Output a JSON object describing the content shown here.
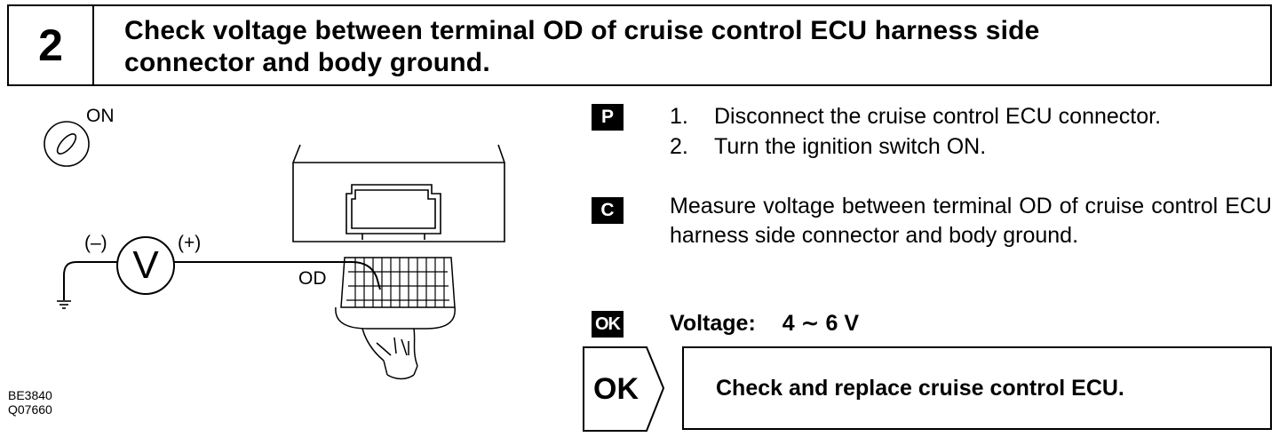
{
  "header": {
    "step_number": "2",
    "title_line1": "Check voltage between terminal OD of cruise control ECU harness side",
    "title_line2": "connector and body ground."
  },
  "diagram": {
    "switch_label": "ON",
    "meter_symbol": "V",
    "minus_label": "(–)",
    "plus_label": "(+)",
    "terminal_label": "OD",
    "codes": [
      "BE3840",
      "Q07660"
    ],
    "icons": [
      "ignition-switch-icon",
      "voltmeter-icon",
      "ground-symbol-icon",
      "ecu-connector-icon"
    ]
  },
  "instructions": {
    "prep_badge": "P",
    "steps": [
      {
        "num": "1.",
        "text": "Disconnect the cruise control ECU connector."
      },
      {
        "num": "2.",
        "text": "Turn the ignition switch ON."
      }
    ],
    "check_badge": "C",
    "check_text": "Measure voltage between terminal OD of cruise control ECU harness side connector and body ground.",
    "ok_badge": "OK",
    "spec_label": "Voltage:",
    "spec_value": "4 ∼ 6 V"
  },
  "result": {
    "ok_label": "OK",
    "action": "Check and replace cruise control ECU."
  },
  "colors": {
    "ink": "#000000",
    "paper": "#ffffff"
  }
}
